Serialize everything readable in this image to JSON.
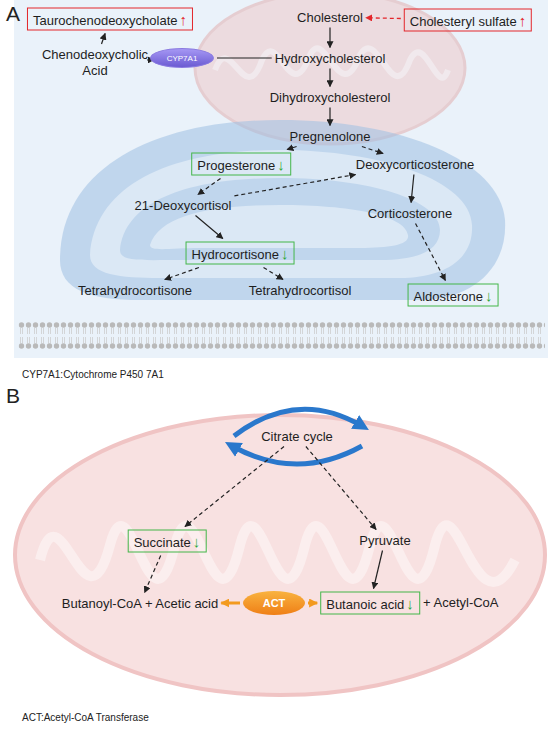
{
  "diagram": {
    "nodes": [
      {
        "text": [
          "Taurochenodeoxycholate",
          "↑"
        ]
      },
      {
        "text": [
          "Cholesterol"
        ]
      },
      {
        "text": [
          "Cholesteryl sulfate",
          "↑"
        ]
      },
      {
        "text": [
          "Chenodeoxycholic Acid"
        ]
      },
      {
        "text": [
          "CYP7A1"
        ]
      },
      {
        "text": [
          "Hydroxycholesterol"
        ]
      },
      {
        "text": [
          "Dihydroxycholesterol"
        ]
      },
      {
        "text": [
          "Pregnenolone"
        ]
      },
      {
        "text": [
          "Progesterone",
          "↓"
        ]
      },
      {
        "text": [
          "Deoxycorticosterone"
        ]
      },
      {
        "text": [
          "21-Deoxycortisol"
        ]
      },
      {
        "text": [
          "Corticosterone"
        ]
      },
      {
        "text": [
          "Hydrocortisone",
          "↓"
        ]
      },
      {
        "text": [
          "Tetrahydrocortisone"
        ]
      },
      {
        "text": [
          "Tetrahydrocortisol"
        ]
      },
      {
        "text": [
          "Aldosterone",
          "↓"
        ]
      },
      {
        "text": [
          "Citrate cycle"
        ]
      },
      {
        "text": [
          "Succinate",
          "↓"
        ]
      },
      {
        "text": [
          "Pyruvate"
        ]
      },
      {
        "text": [
          "ACT"
        ]
      },
      {
        "text": [
          "Butanoyl-CoA + Acetic acid"
        ]
      },
      {
        "text": [
          "Butanoic acid",
          "↓"
        ]
      }
    ],
    "edges": [
      {
        "from": 2,
        "to": 1,
        "arrow": "to"
      },
      {
        "from": 3,
        "to": 0,
        "arrow": "to"
      },
      {
        "from": 1,
        "to": 5,
        "arrow": "to"
      },
      {
        "from": 5,
        "to": 4,
        "arrow": "none"
      },
      {
        "from": 4,
        "to": 3,
        "arrow": "to"
      },
      {
        "from": 5,
        "to": 6,
        "arrow": "to"
      },
      {
        "from": 6,
        "to": 7,
        "arrow": "to"
      },
      {
        "from": 7,
        "to": 8,
        "arrow": "to"
      },
      {
        "from": 7,
        "to": 9,
        "arrow": "to"
      },
      {
        "from": 8,
        "to": 10,
        "arrow": "to"
      },
      {
        "from": 10,
        "to": 9,
        "arrow": "to"
      },
      {
        "from": 9,
        "to": 11,
        "arrow": "to"
      },
      {
        "from": 10,
        "to": 12,
        "arrow": "to"
      },
      {
        "from": 11,
        "to": 15,
        "arrow": "to"
      },
      {
        "from": 12,
        "to": 13,
        "arrow": "to"
      },
      {
        "from": 12,
        "to": 14,
        "arrow": "to"
      },
      {
        "from": 16,
        "to": 17,
        "arrow": "to"
      },
      {
        "from": 16,
        "to": 18,
        "arrow": "to"
      },
      {
        "from": 17,
        "to": 20,
        "arrow": "to"
      },
      {
        "from": 18,
        "to": 21,
        "arrow": "to"
      },
      {
        "from": 19,
        "to": 20,
        "arrow": "to"
      },
      {
        "from": 19,
        "to": 21,
        "arrow": "to"
      }
    ],
    "labels": [
      "A",
      "CYP7A1:Cytochrome P450 7A1",
      "B",
      "+ Acetyl-CoA",
      "ACT:Acetyl-CoA Transferase"
    ]
  }
}
